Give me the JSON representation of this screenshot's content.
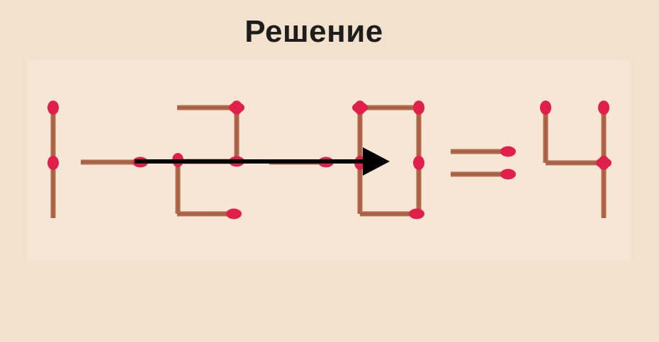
{
  "title": "Решение",
  "colors": {
    "background": "#f2e1cd",
    "panel": "#f5e6d6",
    "stick": "#b1684b",
    "stick_edge": "#8d4a32",
    "match_head": "#e0204a",
    "arrow": "#000000",
    "title_text": "#1d1d1d"
  },
  "diagram": {
    "description_terms": [
      "matchstick-equation",
      "move-arrow"
    ],
    "symbols": [
      "digit-1",
      "minus",
      "digit-2",
      "minus",
      "digit-0",
      "equals",
      "digit-4"
    ],
    "arrow_direction": "right"
  }
}
